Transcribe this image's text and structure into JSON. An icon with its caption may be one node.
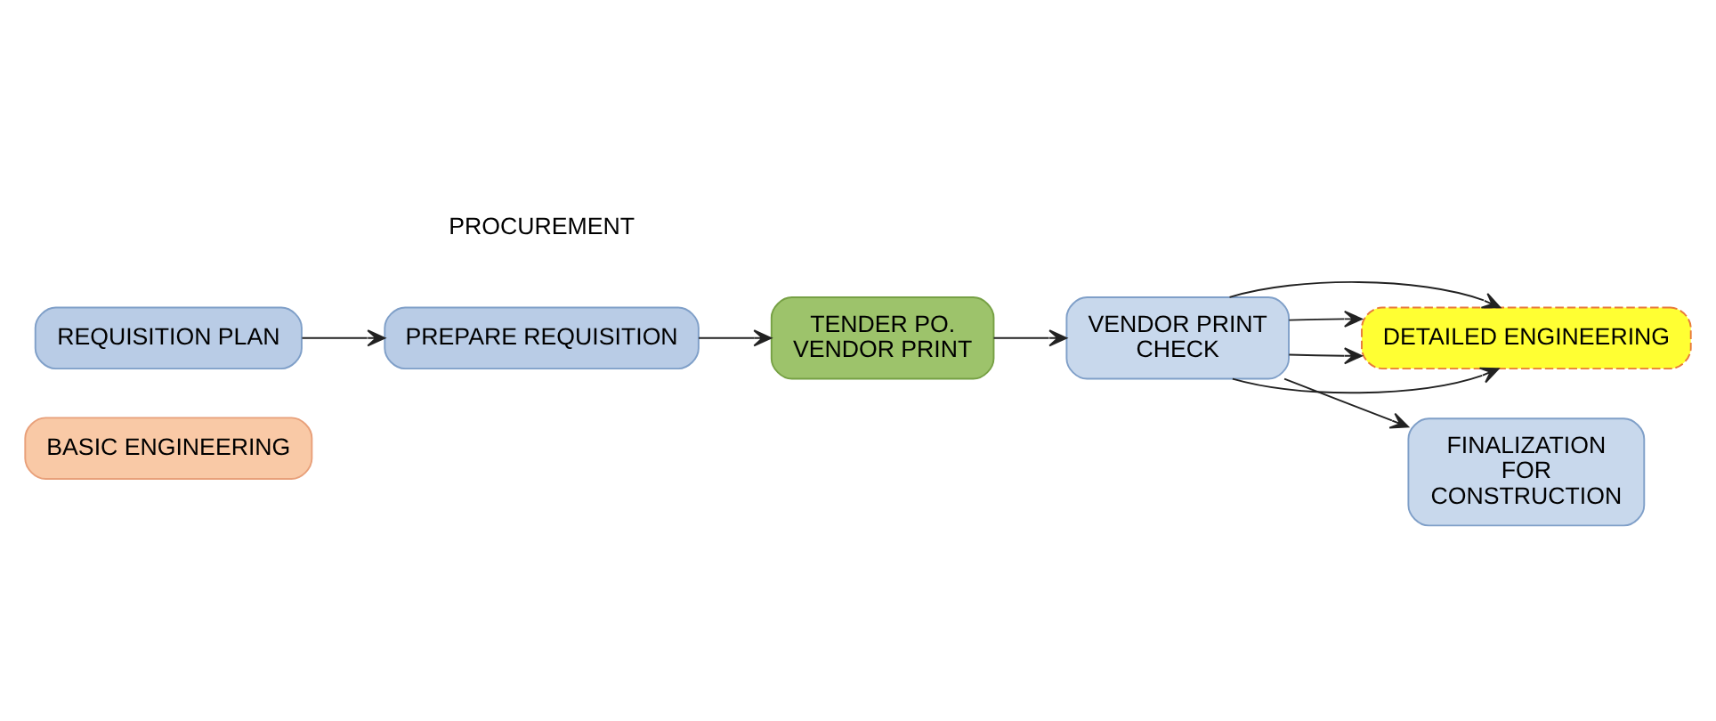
{
  "diagram": {
    "nodes": [
      {
        "text": [
          "BASIC ENGINEERING"
        ]
      },
      {
        "text": [
          "DETAILED ENGINEERING"
        ]
      },
      {
        "text": [
          "REQUISITION PLAN"
        ]
      },
      {
        "text": [
          "PREPARE REQUISITION"
        ]
      },
      {
        "text": [
          "VENDOR PRINT CHECK"
        ]
      },
      {
        "text": [
          "TENDER PO. VENDOR PRINT"
        ]
      },
      {
        "text": [
          "FINALIZATION FOR CONSTRUCTION"
        ]
      }
    ],
    "edges": [
      {
        "from": 2,
        "to": 3,
        "arrow": "to"
      },
      {
        "from": 3,
        "to": 5,
        "arrow": "to"
      },
      {
        "from": 5,
        "to": 4,
        "arrow": "to"
      },
      {
        "from": 4,
        "to": 1,
        "arrow": "to"
      },
      {
        "from": 4,
        "to": 1,
        "arrow": "to"
      },
      {
        "from": 4,
        "to": 1,
        "arrow": "to"
      },
      {
        "from": 4,
        "to": 1,
        "arrow": "to"
      },
      {
        "from": 4,
        "to": 6,
        "arrow": "to"
      }
    ],
    "labels": [
      "PROCUREMENT"
    ]
  }
}
